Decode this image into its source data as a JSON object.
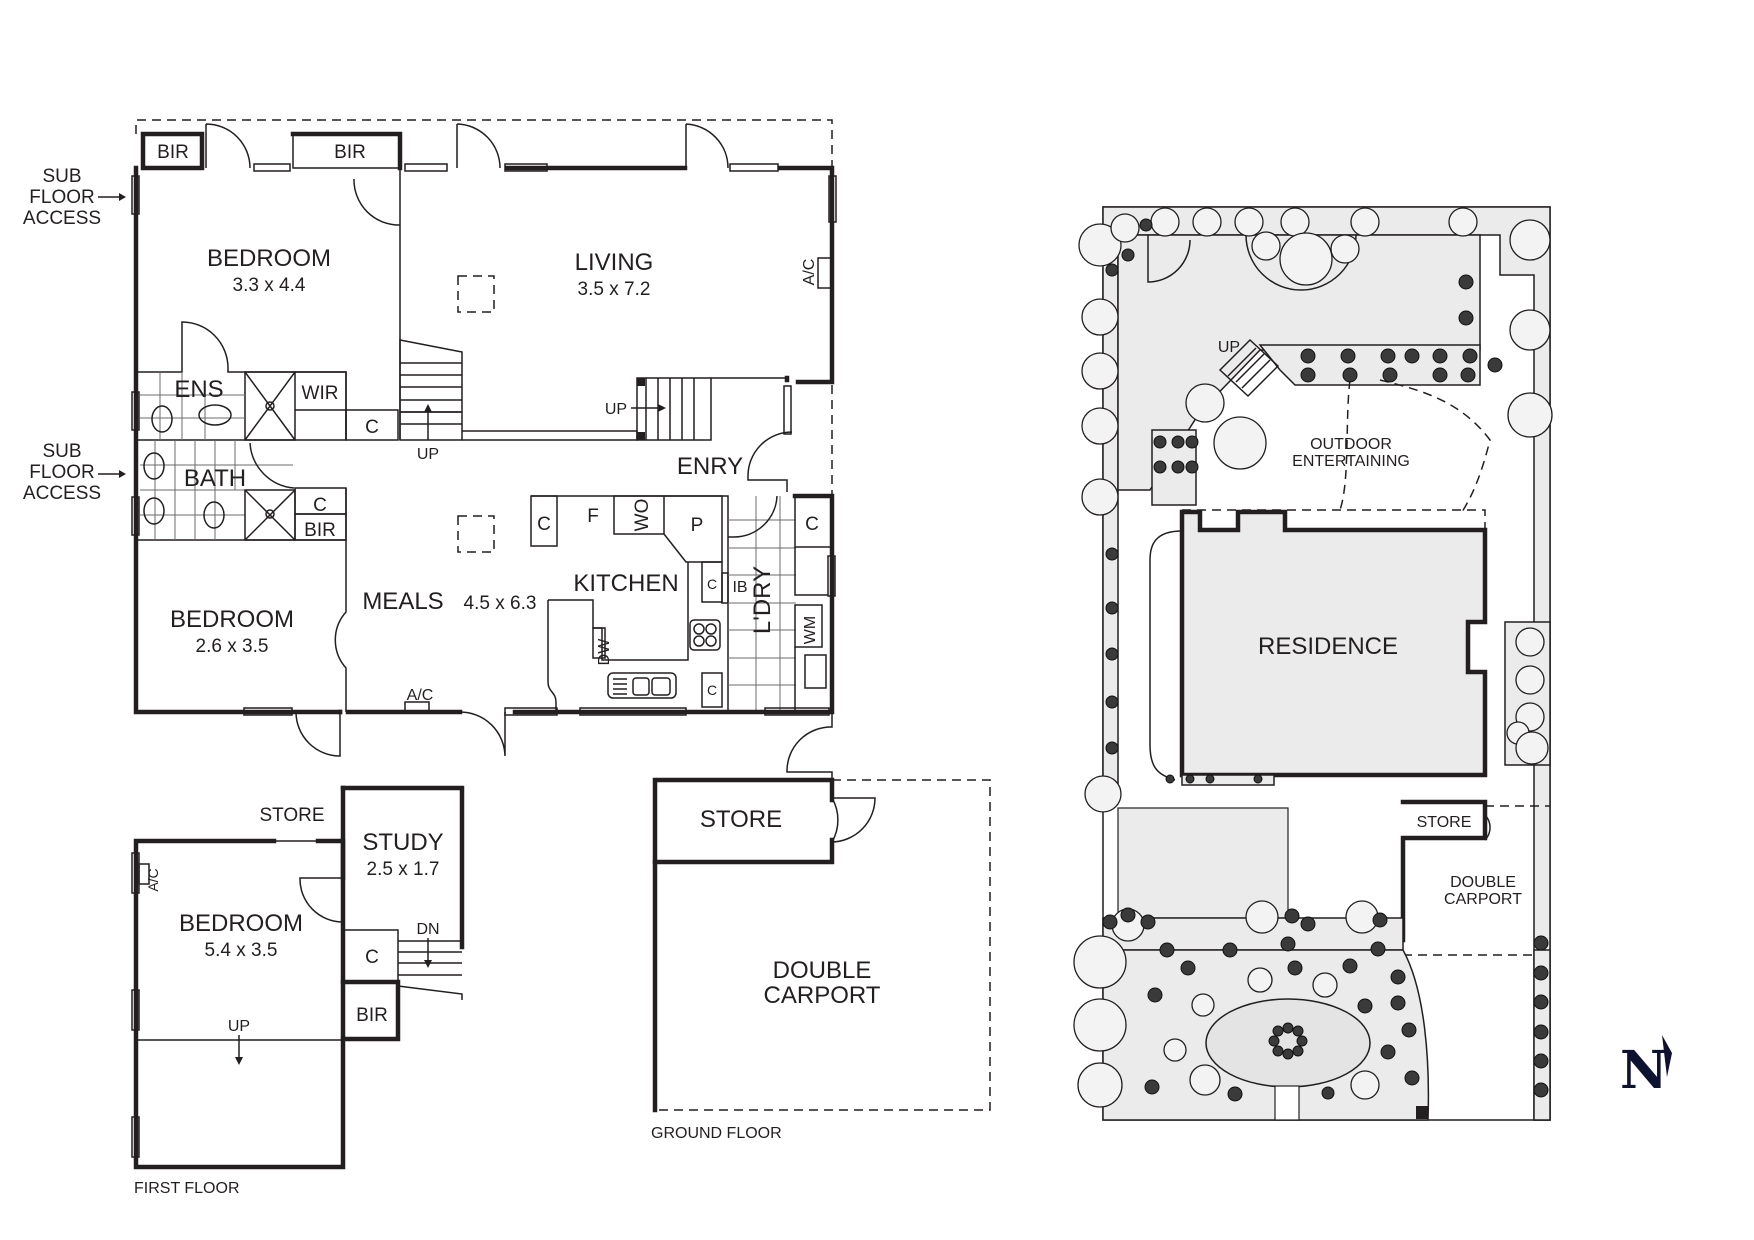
{
  "ground_floor": {
    "title": "GROUND FLOOR",
    "sub_floor_access_top": [
      "SUB",
      "FLOOR",
      "ACCESS"
    ],
    "sub_floor_access_bottom": [
      "SUB",
      "FLOOR",
      "ACCESS"
    ],
    "rooms": {
      "bir_left": "BIR",
      "bir_mid": "BIR",
      "bedroom_1": {
        "name": "BEDROOM",
        "size": "3.3 x 4.4"
      },
      "living": {
        "name": "LIVING",
        "size": "3.5 x 7.2"
      },
      "ens": "ENS",
      "wir": "WIR",
      "c_hall": "C",
      "bath": "BATH",
      "c_bath": "C",
      "bir_bath": "BIR",
      "bedroom_2": {
        "name": "BEDROOM",
        "size": "2.6 x 3.5"
      },
      "meals": {
        "name": "MEALS",
        "size": "4.5 x 6.3"
      },
      "kitchen": "KITCHEN",
      "entry": "ENRY",
      "laundry": "L'DRY",
      "store": "STORE",
      "double_carport": [
        "DOUBLE",
        "CARPORT"
      ]
    },
    "fixtures": {
      "ac_living": "A/C",
      "ac_meals": "A/C",
      "stairs_up_1": "UP",
      "stairs_up_2": "UP",
      "c_kitchen": "C",
      "fridge": "F",
      "wall_oven": "WO",
      "pantry": "P",
      "c_kitchen_2": "C",
      "ib": "IB",
      "dw": "DW",
      "c_kitchen_3": "C",
      "c_laundry": "C",
      "wm": "WM"
    }
  },
  "first_floor": {
    "title": "FIRST FLOOR",
    "store": "STORE",
    "study": {
      "name": "STUDY",
      "size": "2.5 x 1.7"
    },
    "bedroom": {
      "name": "BEDROOM",
      "size": "5.4 x 3.5"
    },
    "ac": "A/C",
    "c": "C",
    "bir": "BIR",
    "dn": "DN",
    "up": "UP"
  },
  "site_plan": {
    "up": "UP",
    "outdoor_entertaining": [
      "OUTDOOR",
      "ENTERTAINING"
    ],
    "residence": "RESIDENCE",
    "store": "STORE",
    "double_carport": [
      "DOUBLE",
      "CARPORT"
    ]
  },
  "north_arrow": {
    "label": "N",
    "color": "#0d1230"
  }
}
